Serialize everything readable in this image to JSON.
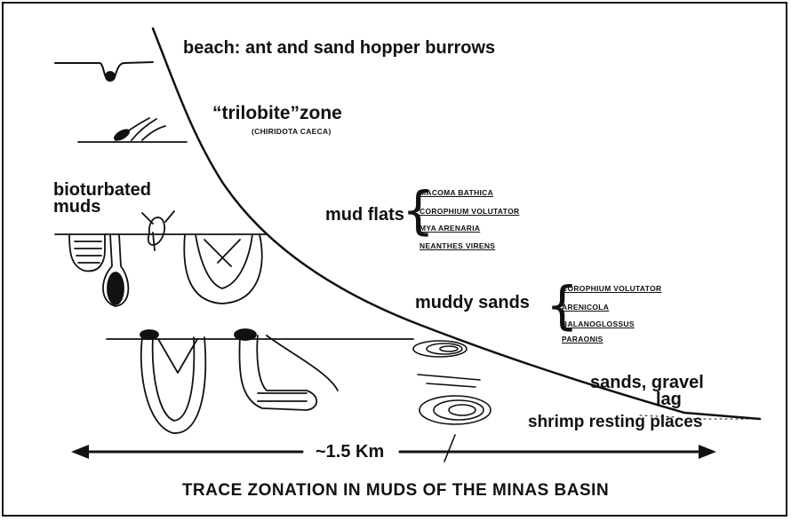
{
  "zones": {
    "beach": "beach: ant and sand hopper burrows",
    "trilobite": "“trilobite”zone",
    "trilobite_species": "(CHIRIDOTA CAECA)",
    "bioturbated": "bioturbated",
    "bioturbated_2": "muds",
    "mud_flats": "mud flats",
    "muddy_sands": "muddy sands",
    "sands_gravel": "sands, gravel",
    "sands_gravel_2": "lag",
    "shrimp": "shrimp resting places"
  },
  "mud_flats_species": [
    "MACOMA BATHICA",
    "COROPHIUM VOLUTATOR",
    "MYA ARENARIA",
    "NEANTHES VIRENS"
  ],
  "muddy_sands_species": [
    "COROPHIUM VOLUTATOR",
    "ARENICOLA",
    "BALANOGLOSSUS",
    "PARAONIS"
  ],
  "distance": "~1.5 Km",
  "caption": "TRACE ZONATION IN MUDS OF THE MINAS BASIN"
}
